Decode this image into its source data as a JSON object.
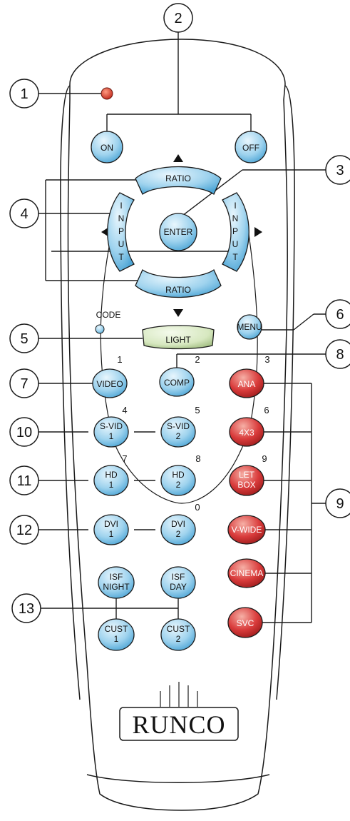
{
  "callouts": [
    "1",
    "2",
    "3",
    "4",
    "5",
    "6",
    "7",
    "8",
    "9",
    "10",
    "11",
    "12",
    "13"
  ],
  "buttons": {
    "on": "ON",
    "off": "OFF",
    "ratio_up": "RATIO",
    "ratio_down": "RATIO",
    "enter": "ENTER",
    "input_left": [
      "I",
      "N",
      "P",
      "U",
      "T"
    ],
    "input_right": [
      "I",
      "N",
      "P",
      "U",
      "T"
    ],
    "code": "CODE",
    "light": "LIGHT",
    "menu": "MENU",
    "video": "VIDEO",
    "comp": "COMP",
    "ana": "ANA",
    "svid1": [
      "S-VID",
      "1"
    ],
    "svid2": [
      "S-VID",
      "2"
    ],
    "fourx3": "4X3",
    "hd1": [
      "HD",
      "1"
    ],
    "hd2": [
      "HD",
      "2"
    ],
    "letbox": [
      "LET",
      "BOX"
    ],
    "dvi1": [
      "DVI",
      "1"
    ],
    "dvi2": [
      "DVI",
      "2"
    ],
    "vwide": "V-WIDE",
    "isfnight": [
      "ISF",
      "NIGHT"
    ],
    "isfday": [
      "ISF",
      "DAY"
    ],
    "cinema": "CINEMA",
    "cust1": [
      "CUST",
      "1"
    ],
    "cust2": [
      "CUST",
      "2"
    ],
    "svc": "SVC"
  },
  "key_numbers": [
    "1",
    "2",
    "3",
    "4",
    "5",
    "6",
    "7",
    "8",
    "9",
    "0"
  ],
  "logo": "RUNCO",
  "colors": {
    "blue_button": "#9fd3ee",
    "red_button": "#d93b3b",
    "light_button": "#d7e8c0",
    "led": "#d83a2a",
    "outline": "#1a1a1a"
  }
}
